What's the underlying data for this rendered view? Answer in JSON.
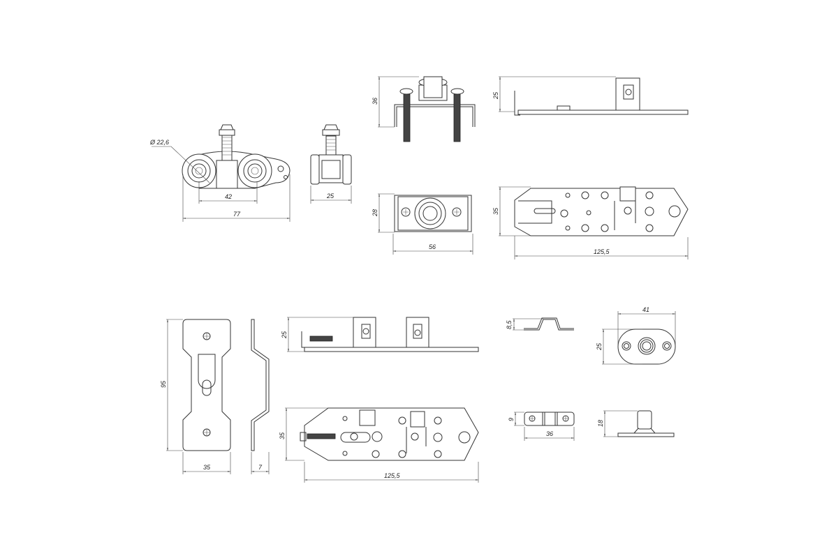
{
  "dimensions": {
    "roller_wheel_diameter": "Ø 22,6",
    "roller_wheel_spacing": "42",
    "roller_length": "77",
    "roller_width": "25",
    "hanger_height": "36",
    "hanger_plate_height": "28",
    "hanger_plate_length": "56",
    "carriage_side_height": "25",
    "carriage_plan_width": "35",
    "carriage_plan_length": "125,5",
    "bracket_height": "95",
    "bracket_width": "35",
    "bracket_thickness": "7",
    "carriage2_side_height": "25",
    "carriage2_plan_width": "35",
    "carriage2_plan_length": "125,5",
    "guide_profile_height": "8,5",
    "guide_oval_length": "41",
    "guide_oval_width": "25",
    "stopper_height": "9",
    "stopper_length": "36",
    "floor_guide_height": "18"
  }
}
